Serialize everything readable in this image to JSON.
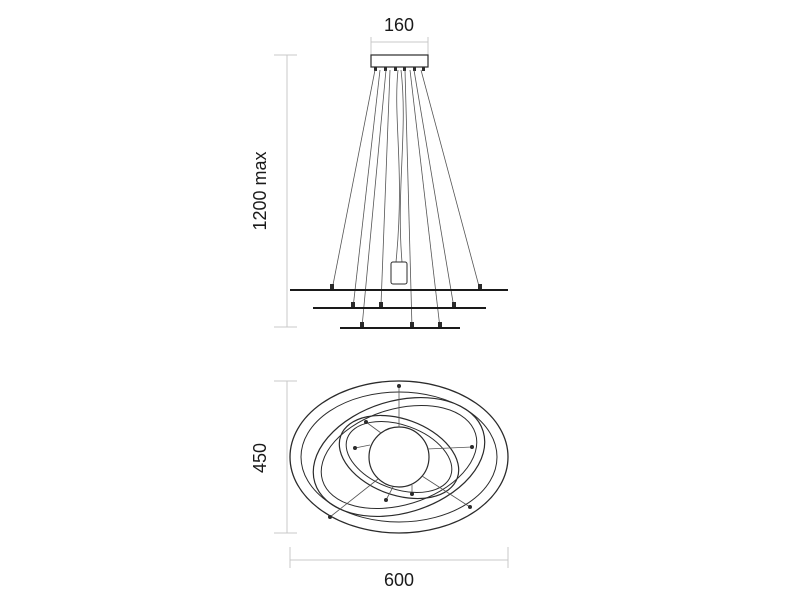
{
  "dimensions": {
    "canopy_width": "160",
    "drop_height": "1200 max",
    "depth": "450",
    "width": "600"
  },
  "colors": {
    "line": "#2b2b2b",
    "dimension_line": "#c9c9c9",
    "background": "#ffffff"
  }
}
